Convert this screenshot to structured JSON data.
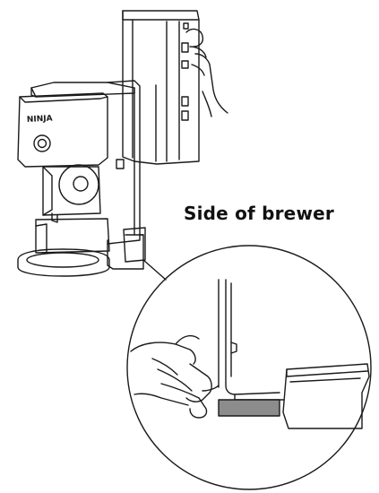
{
  "caption": "Side of brewer",
  "brand_logo": "NINJA",
  "colors": {
    "line": "#1a1a1a",
    "background": "#ffffff",
    "filter_tab": "#8c8c8c"
  },
  "icons": [
    "water-reservoir",
    "coffee-brewer",
    "hand",
    "magnifier-circle",
    "charcoal-filter-tab"
  ]
}
